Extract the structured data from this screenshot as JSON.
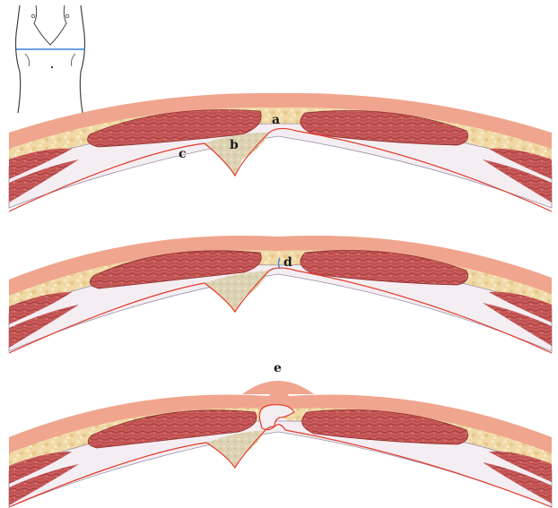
{
  "labels": {
    "a": "a",
    "b": "b",
    "c": "c",
    "d": "d",
    "e": "e"
  },
  "colors": {
    "skin": "#f0a58e",
    "fat": "#f1d9a6",
    "muscle": "#c95a5a",
    "muscle_dark": "#8e2e2e",
    "fascia": "#f4eef2",
    "fascia_line": "#9b8fa6",
    "peritoneum": "#e33a2a",
    "preperitoneal_fat": "#ddd3b4",
    "torso_line": "#444444",
    "section_line": "#3b82d6"
  },
  "inset": {
    "icon": "torso-outline-icon"
  }
}
